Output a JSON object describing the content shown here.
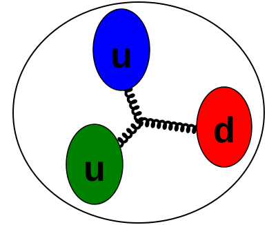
{
  "diagram": {
    "boundary": {
      "stroke": "#000000",
      "fill": "#ffffff"
    },
    "gluon": {
      "color": "#000000"
    },
    "quarks": [
      {
        "id": "top",
        "label": "u",
        "color": "#0000ff"
      },
      {
        "id": "right",
        "label": "d",
        "color": "#ff0000"
      },
      {
        "id": "bottom-left",
        "label": "u",
        "color": "#008000"
      }
    ]
  }
}
